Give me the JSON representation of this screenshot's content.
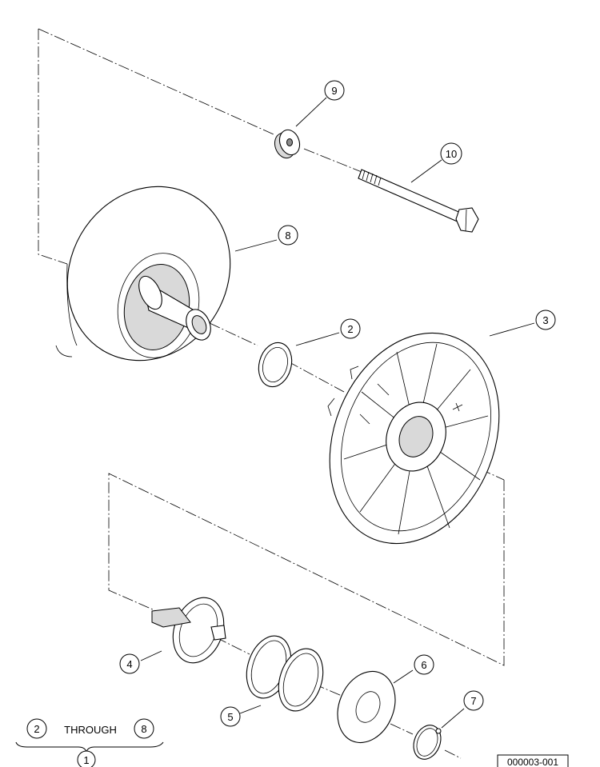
{
  "callouts": [
    {
      "id": "balloon-9",
      "label": "9"
    },
    {
      "id": "balloon-10",
      "label": "10"
    },
    {
      "id": "balloon-8",
      "label": "8"
    },
    {
      "id": "balloon-2",
      "label": "2"
    },
    {
      "id": "balloon-3",
      "label": "3"
    },
    {
      "id": "balloon-4",
      "label": "4"
    },
    {
      "id": "balloon-6",
      "label": "6"
    },
    {
      "id": "balloon-7",
      "label": "7"
    },
    {
      "id": "balloon-5",
      "label": "5"
    }
  ],
  "assembly_note": {
    "from": "2",
    "through_text": "THROUGH",
    "to": "8",
    "assembly": "1"
  },
  "reference_code": "000003-001"
}
